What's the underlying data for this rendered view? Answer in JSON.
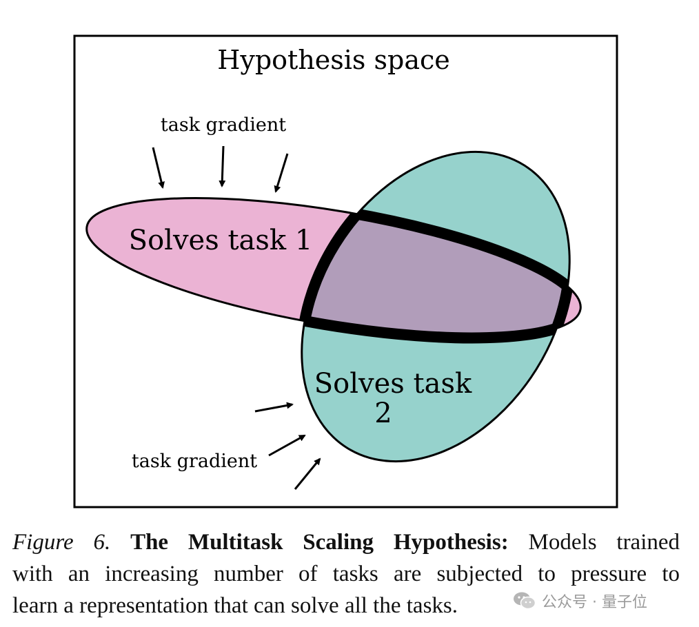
{
  "figure": {
    "title": "Hypothesis space",
    "top_arrows_label": "task gradient",
    "bottom_arrows_label": "task gradient",
    "ellipse_task1_label": "Solves task 1",
    "ellipse_task2_label_line1": "Solves task",
    "ellipse_task2_label_line2": "2",
    "colors": {
      "task1_fill": "#EBB3D4",
      "task2_fill": "#96D2CC",
      "intersection_fill": "#B19DBA",
      "outline": "#000000"
    }
  },
  "caption": {
    "figure_number": "Figure 6.",
    "bold_title": "The Multitask Scaling Hypothesis:",
    "line1_rest": "Models trained",
    "line2": "with an increasing number of tasks are subjected to pressure to",
    "line3": "learn a representation that can solve all the tasks."
  },
  "watermark": {
    "text": "公众号 · 量子位",
    "icon": "wechat-icon"
  }
}
